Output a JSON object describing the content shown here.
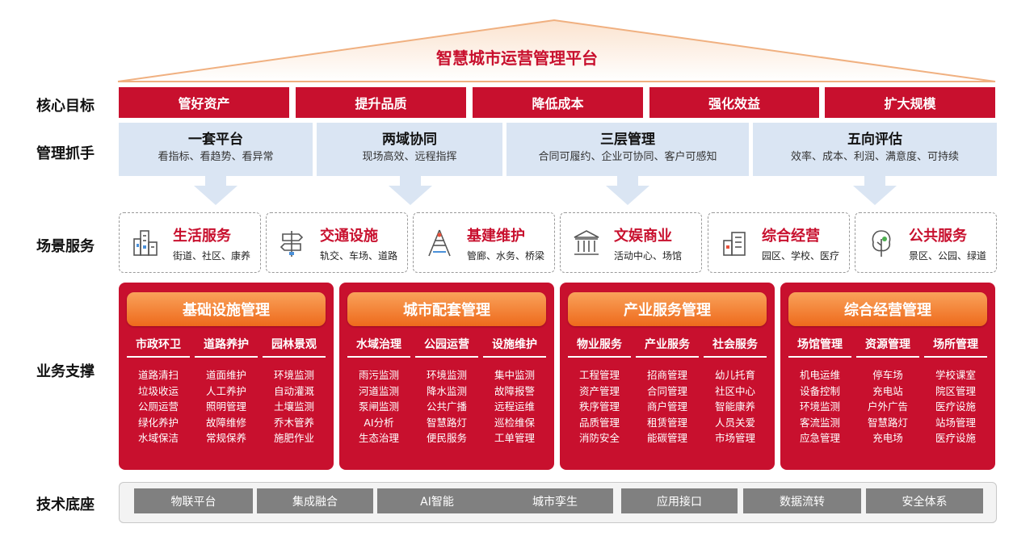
{
  "roof": {
    "title": "智慧城市运营管理平台"
  },
  "labels": {
    "goals": "核心目标",
    "levers": "管理抓手",
    "scenes": "场景服务",
    "business": "业务支撑",
    "tech": "技术底座"
  },
  "goals": [
    "管好资产",
    "提升品质",
    "降低成本",
    "强化效益",
    "扩大规模"
  ],
  "levers": [
    {
      "title": "一套平台",
      "sub": "看指标、看趋势、看异常"
    },
    {
      "title": "两域协同",
      "sub": "现场高效、远程指挥"
    },
    {
      "title": "三层管理",
      "sub": "合同可履约、企业可协同、客户可感知"
    },
    {
      "title": "五向评估",
      "sub": "效率、成本、利润、满意度、可持续"
    }
  ],
  "scenes": [
    {
      "title": "生活服务",
      "sub": "街道、社区、康养",
      "icon": "city-buildings-icon"
    },
    {
      "title": "交通设施",
      "sub": "轨交、车场、道路",
      "icon": "signpost-icon"
    },
    {
      "title": "基建维护",
      "sub": "管廊、水务、桥梁",
      "icon": "tower-icon"
    },
    {
      "title": "文娱商业",
      "sub": "活动中心、场馆",
      "icon": "museum-icon"
    },
    {
      "title": "综合经营",
      "sub": "园区、学校、医疗",
      "icon": "building-icon"
    },
    {
      "title": "公共服务",
      "sub": "景区、公园、绿道",
      "icon": "tree-icon"
    }
  ],
  "business": [
    {
      "title": "基础设施管理",
      "cols": [
        {
          "title": "市政环卫",
          "items": [
            "道路清扫",
            "垃圾收运",
            "公厕运营",
            "绿化养护",
            "水域保洁"
          ]
        },
        {
          "title": "道路养护",
          "items": [
            "道面维护",
            "人工养护",
            "照明管理",
            "故障维修",
            "常规保养"
          ]
        },
        {
          "title": "园林景观",
          "items": [
            "环境监测",
            "自动灌溉",
            "土壤监测",
            "乔木管养",
            "施肥作业"
          ]
        }
      ]
    },
    {
      "title": "城市配套管理",
      "cols": [
        {
          "title": "水域治理",
          "items": [
            "雨污监测",
            "河道监测",
            "泵闸监测",
            "AI分析",
            "生态治理"
          ]
        },
        {
          "title": "公园运营",
          "items": [
            "环境监测",
            "降水监测",
            "公共广播",
            "智慧路灯",
            "便民服务"
          ]
        },
        {
          "title": "设施维护",
          "items": [
            "集中监测",
            "故障报警",
            "远程运维",
            "巡检维保",
            "工单管理"
          ]
        }
      ]
    },
    {
      "title": "产业服务管理",
      "cols": [
        {
          "title": "物业服务",
          "items": [
            "工程管理",
            "资产管理",
            "秩序管理",
            "品质管理",
            "消防安全"
          ]
        },
        {
          "title": "产业服务",
          "items": [
            "招商管理",
            "合同管理",
            "商户管理",
            "租赁管理",
            "能碳管理"
          ]
        },
        {
          "title": "社会服务",
          "items": [
            "幼儿托育",
            "社区中心",
            "智能康养",
            "人员关爱",
            "市场管理"
          ]
        }
      ]
    },
    {
      "title": "综合经营管理",
      "cols": [
        {
          "title": "场馆管理",
          "items": [
            "机电运维",
            "设备控制",
            "环境监测",
            "客流监测",
            "应急管理"
          ]
        },
        {
          "title": "资源管理",
          "items": [
            "停车场",
            "充电站",
            "户外广告",
            "智慧路灯",
            "充电场"
          ]
        },
        {
          "title": "场所管理",
          "items": [
            "学校课室",
            "院区管理",
            "医疗设施",
            "站场管理",
            "医疗设施"
          ]
        }
      ]
    }
  ],
  "tech": [
    "物联平台",
    "集成融合",
    "AI智能",
    "城市孪生",
    "应用接口",
    "数据流转",
    "安全体系"
  ],
  "colors": {
    "accent": "#c8102e",
    "lever_bg": "#dae5f3",
    "header_orange": "#f08a3a",
    "tech_gray": "#808080"
  }
}
